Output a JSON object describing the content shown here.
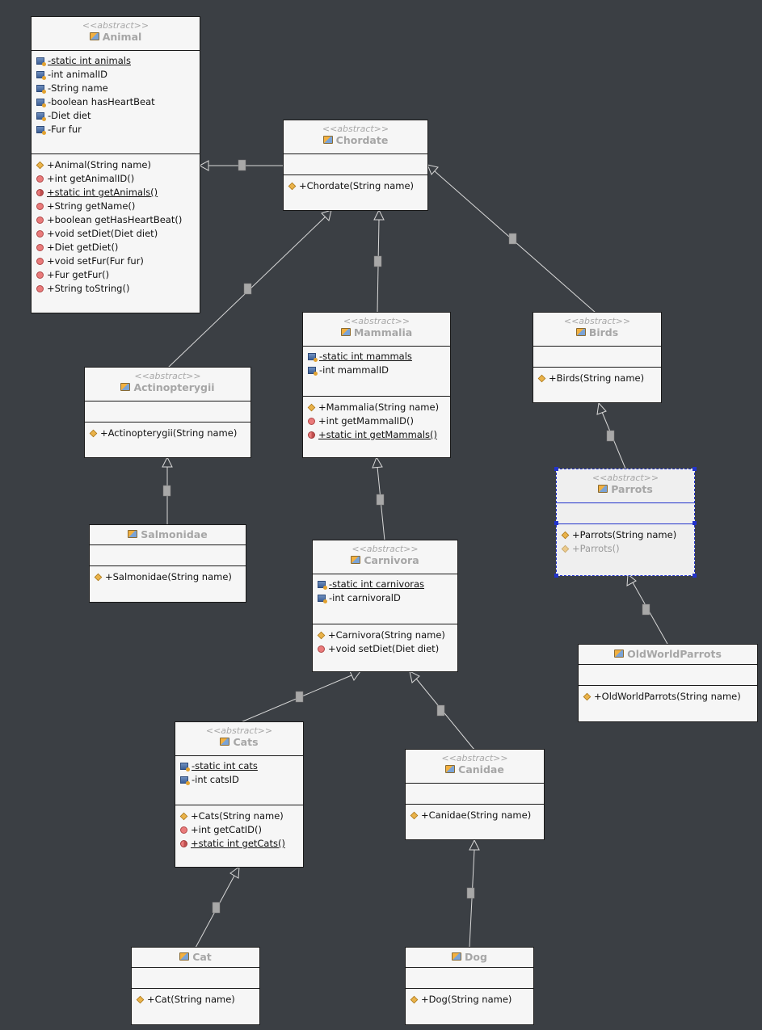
{
  "classes": {
    "animal": {
      "stereotype": "<<abstract>>",
      "name": "Animal",
      "attributes": [
        "-static int animals",
        "-int animalID",
        "-String name",
        "-boolean hasHeartBeat",
        "-Diet diet",
        "-Fur fur"
      ],
      "operations": [
        "+Animal(String name)",
        "+int getAnimalID()",
        "+static int getAnimals()",
        "+String getName()",
        "+boolean getHasHeartBeat()",
        "+void setDiet(Diet diet)",
        "+Diet getDiet()",
        "+void setFur(Fur fur)",
        "+Fur getFur()",
        "+String toString()"
      ]
    },
    "chordate": {
      "stereotype": "<<abstract>>",
      "name": "Chordate",
      "operations": [
        "+Chordate(String name)"
      ]
    },
    "mammalia": {
      "stereotype": "<<abstract>>",
      "name": "Mammalia",
      "attributes": [
        "-static int mammals",
        "-int mammalID"
      ],
      "operations": [
        "+Mammalia(String name)",
        "+int getMammalID()",
        "+static int getMammals()"
      ]
    },
    "birds": {
      "stereotype": "<<abstract>>",
      "name": "Birds",
      "operations": [
        "+Birds(String name)"
      ]
    },
    "actinopterygii": {
      "stereotype": "<<abstract>>",
      "name": "Actinopterygii",
      "operations": [
        "+Actinopterygii(String name)"
      ]
    },
    "salmonidae": {
      "name": "Salmonidae",
      "operations": [
        "+Salmonidae(String name)"
      ]
    },
    "parrots": {
      "stereotype": "<<abstract>>",
      "name": "Parrots",
      "operations": [
        "+Parrots(String name)",
        "+Parrots()"
      ]
    },
    "carnivora": {
      "stereotype": "<<abstract>>",
      "name": "Carnivora",
      "attributes": [
        "-static int carnivoras",
        "-int carnivoralD"
      ],
      "operations": [
        "+Carnivora(String name)",
        "+void setDiet(Diet diet)"
      ]
    },
    "oldworldparrots": {
      "name": "OldWorldParrots",
      "operations": [
        "+OldWorldParrots(String name)"
      ]
    },
    "cats": {
      "stereotype": "<<abstract>>",
      "name": "Cats",
      "attributes": [
        "-static int cats",
        "-int catsID"
      ],
      "operations": [
        "+Cats(String name)",
        "+int getCatID()",
        "+static int getCats()"
      ]
    },
    "canidae": {
      "stereotype": "<<abstract>>",
      "name": "Canidae",
      "operations": [
        "+Canidae(String name)"
      ]
    },
    "cat": {
      "name": "Cat",
      "operations": [
        "+Cat(String name)"
      ]
    },
    "dog": {
      "name": "Dog",
      "operations": [
        "+Dog(String name)"
      ]
    }
  },
  "generalizations": [
    {
      "child": "chordate",
      "parent": "animal"
    },
    {
      "child": "actinopterygii",
      "parent": "chordate"
    },
    {
      "child": "mammalia",
      "parent": "chordate"
    },
    {
      "child": "birds",
      "parent": "chordate"
    },
    {
      "child": "salmonidae",
      "parent": "actinopterygii"
    },
    {
      "child": "parrots",
      "parent": "birds"
    },
    {
      "child": "carnivora",
      "parent": "mammalia"
    },
    {
      "child": "oldworldparrots",
      "parent": "parrots"
    },
    {
      "child": "cats",
      "parent": "carnivora"
    },
    {
      "child": "canidae",
      "parent": "carnivora"
    },
    {
      "child": "cat",
      "parent": "cats"
    },
    {
      "child": "dog",
      "parent": "canidae"
    }
  ],
  "icons": {
    "class": "class-icon",
    "field": "field-icon",
    "public_method": "public-method-icon",
    "private_method": "private-method-icon",
    "private_static_method": "private-static-method-icon"
  },
  "colors": {
    "background": "#3b3f44",
    "box": "#f6f6f6",
    "selection": "#2233cc",
    "class_name": "#a6a6a6"
  }
}
